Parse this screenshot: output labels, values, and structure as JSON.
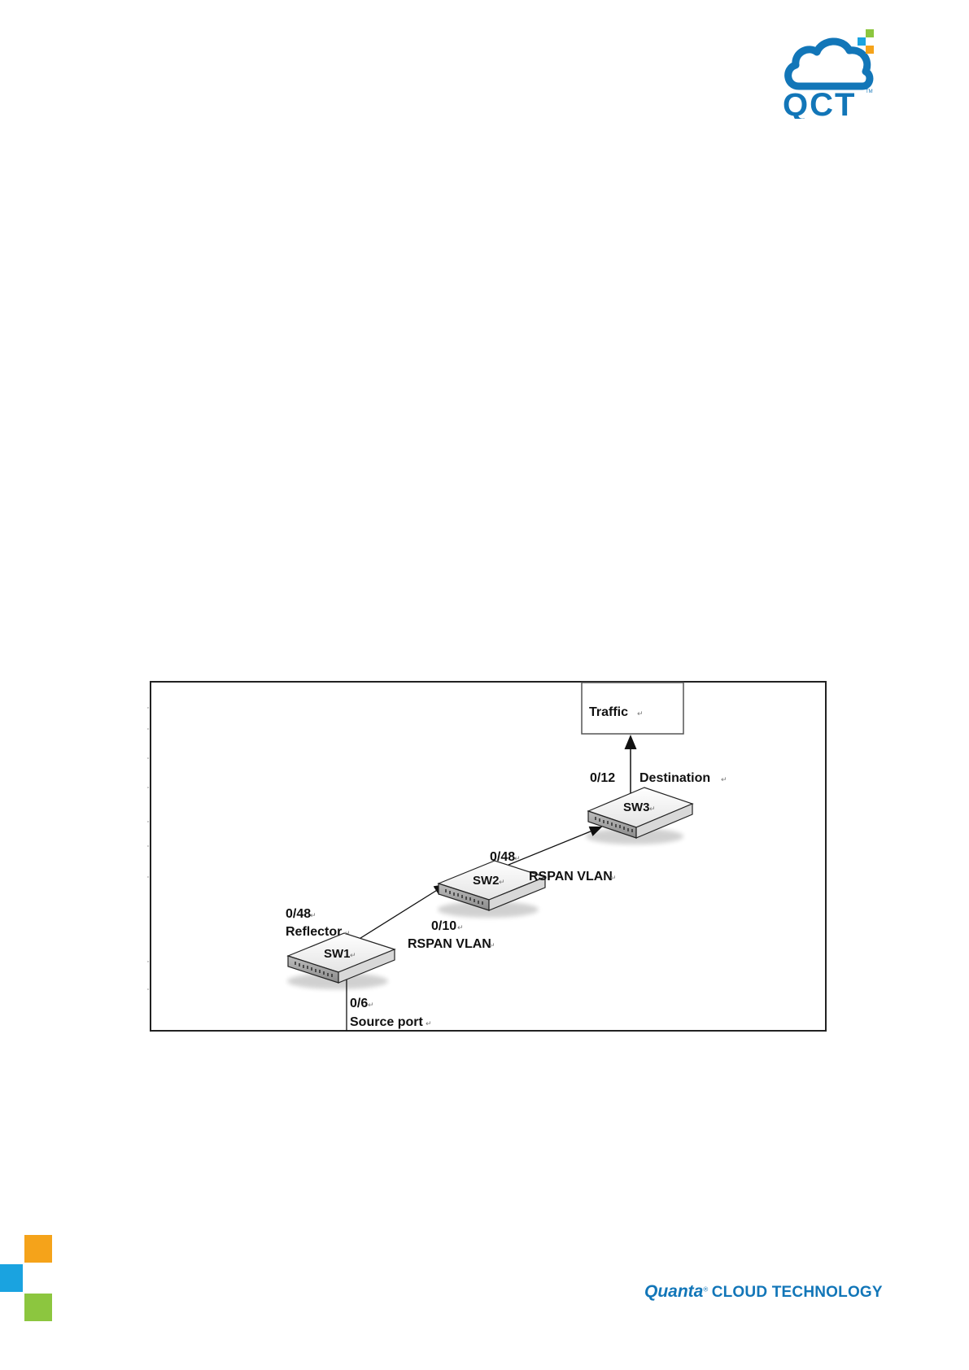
{
  "header": {
    "logo_text": "QCT",
    "logo_tm": "TM"
  },
  "diagram": {
    "traffic_label": "Traffic",
    "destination_port": "0/12",
    "destination_label": "Destination",
    "sw3_label": "SW3",
    "sw2_label": "SW2",
    "sw1_label": "SW1",
    "sw2_out_port": "0/48",
    "sw2_out_vlan": "RSPAN VLAN",
    "sw2_in_port": "0/10",
    "sw2_in_vlan": "RSPAN VLAN",
    "sw1_reflector_port": "0/48",
    "sw1_reflector_label": "Reflector",
    "sw1_source_port": "0/6",
    "sw1_source_label": "Source port",
    "return_mark": "↵"
  },
  "footer": {
    "brand_quanta": "Quanta",
    "brand_tm": "®",
    "brand_rest": "CLOUD TECHNOLOGY",
    "colors": {
      "orange": "#f5a31a",
      "blue": "#1aa3e0",
      "green": "#8cc63f",
      "brand_blue": "#1276b8"
    }
  }
}
